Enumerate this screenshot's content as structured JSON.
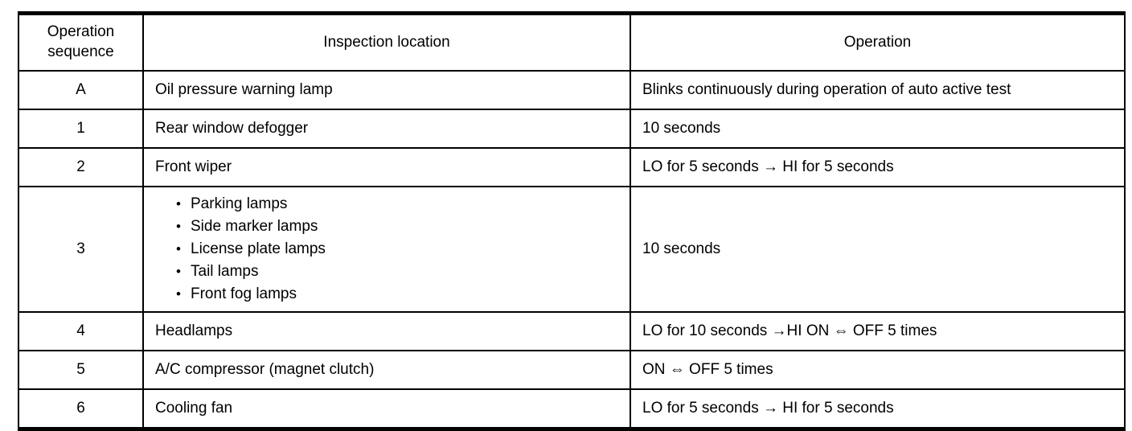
{
  "page": {
    "background_color": "#ffffff",
    "text_color": "#000000",
    "border_color": "#000000"
  },
  "table": {
    "bullet_glyph": "•",
    "columns": [
      {
        "label": "Operation sequence"
      },
      {
        "label": "Inspection location"
      },
      {
        "label": "Operation"
      }
    ],
    "rows": [
      {
        "sequence": "A",
        "location": "Oil pressure warning lamp",
        "operation": "Blinks continuously during operation of auto active test"
      },
      {
        "sequence": "1",
        "location": "Rear window defogger",
        "operation": "10 seconds"
      },
      {
        "sequence": "2",
        "location": "Front wiper",
        "operation": "LO for 5 seconds → HI for 5 seconds"
      },
      {
        "sequence": "3",
        "location": [
          "Parking lamps",
          "Side marker lamps",
          "License plate lamps",
          "Tail lamps",
          "Front fog lamps"
        ],
        "operation": "10 seconds"
      },
      {
        "sequence": "4",
        "location": "Headlamps",
        "operation": "LO for 10 seconds →HI ON ⇔ OFF 5 times"
      },
      {
        "sequence": "5",
        "location": "A/C compressor (magnet clutch)",
        "operation": "ON ⇔ OFF 5 times"
      },
      {
        "sequence": "6",
        "location": "Cooling fan",
        "operation": "LO for 5 seconds → HI for 5 seconds"
      }
    ]
  }
}
